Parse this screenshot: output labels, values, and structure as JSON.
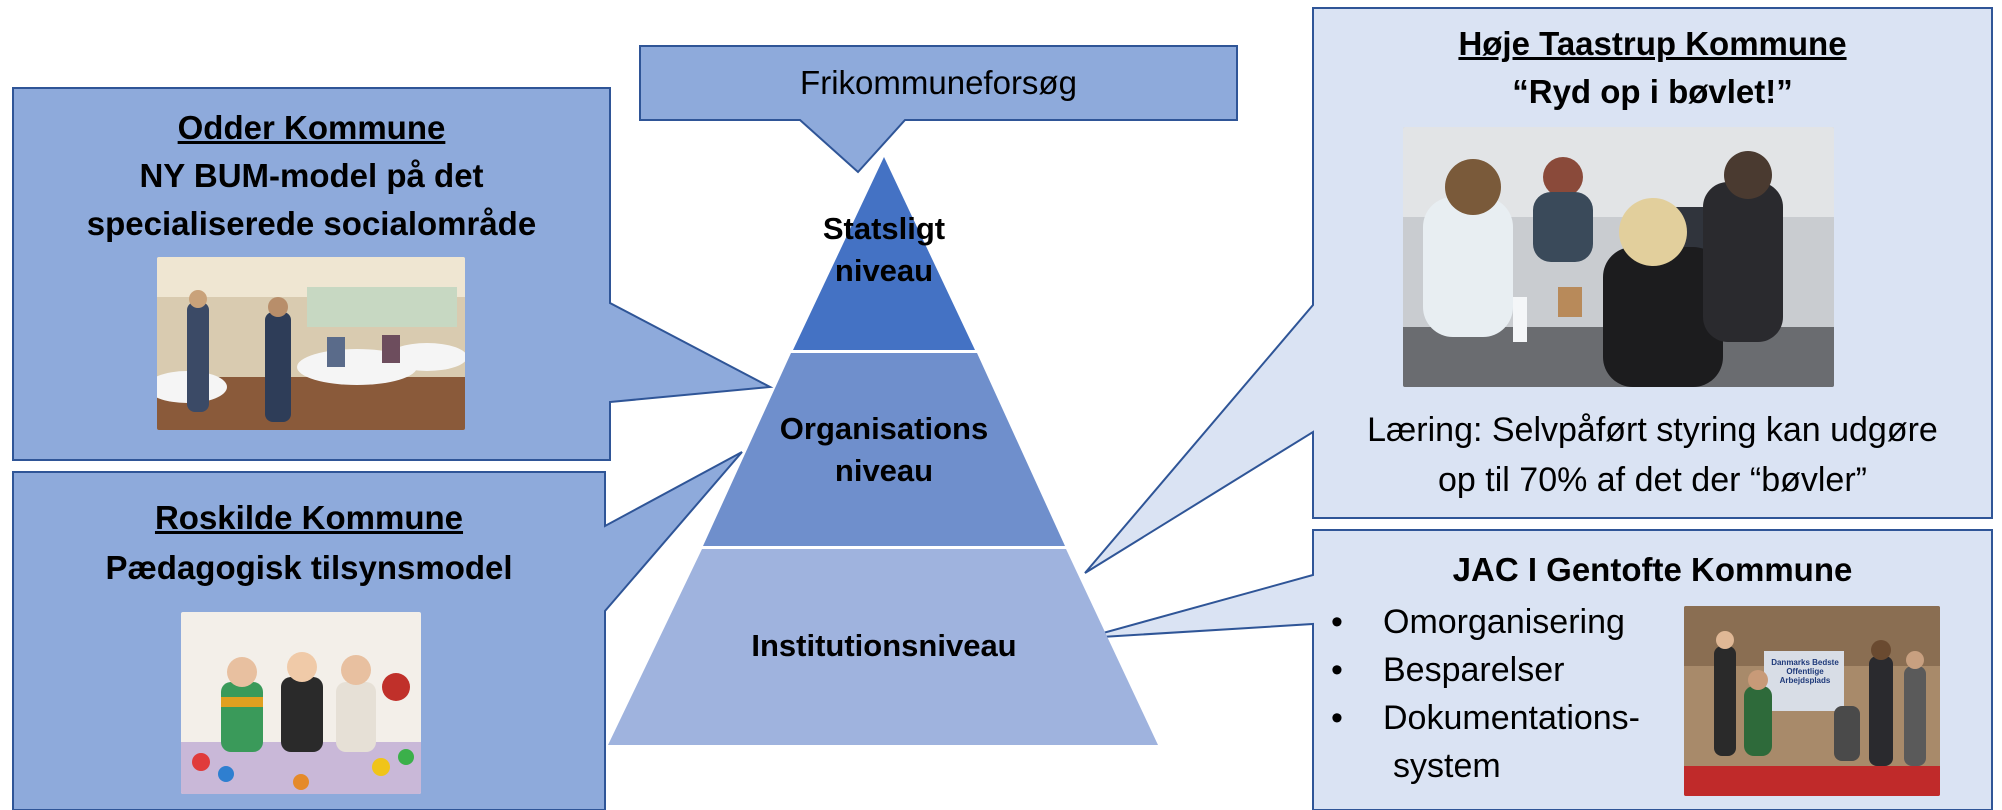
{
  "pyramid": {
    "top_label": "Frikommuneforsøg",
    "tiers": [
      {
        "line1": "Statsligt",
        "line2": "niveau"
      },
      {
        "line1": "Organisations",
        "line2": "niveau"
      },
      {
        "line1": "Institutionsniveau",
        "line2": ""
      }
    ]
  },
  "odder": {
    "title": "Odder Kommune",
    "line1": "NY BUM-model på det",
    "line2": "specialiserede socialområde"
  },
  "roskilde": {
    "title": "Roskilde Kommune",
    "subtitle": "Pædagogisk tilsynsmodel"
  },
  "hoeje": {
    "title": "Høje Taastrup Kommune",
    "subtitle": "“Ryd op i bøvlet!”",
    "learning_line1": "Læring: Selvpåført styring kan udgøre",
    "learning_line2": "op til 70% af det der “bøvler”"
  },
  "jac": {
    "title": "JAC I Gentofte Kommune",
    "bullets": [
      "Omorganisering",
      "Besparelser",
      "Dokumentations-"
    ],
    "bullet_cont": "system",
    "photo_banner": "Danmarks Bedste Offentlige Arbejdsplads"
  },
  "colors": {
    "box_blue": "#8eaadb",
    "box_light": "#dae3f3",
    "border": "#2f5597",
    "tier_top": "#4472c4",
    "tier_mid": "#6f8fcc",
    "tier_bottom": "#9fb3de"
  }
}
